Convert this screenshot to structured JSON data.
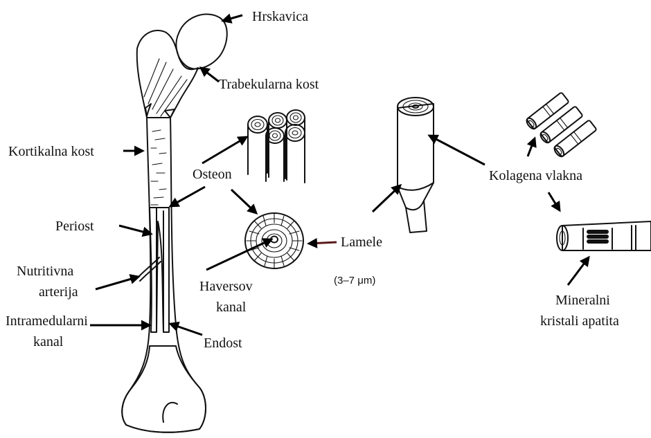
{
  "labels": {
    "hrskavica": "Hrskavica",
    "trabekularna": "Trabekularna kost",
    "kortikalna": "Kortikalna kost",
    "osteon": "Osteon",
    "periost": "Periost",
    "nutritivna_1": "Nutritivna",
    "nutritivna_2": "arterija",
    "intramedularni_1": "Intramedularni",
    "intramedularni_2": "kanal",
    "haversov_1": "Haversov",
    "haversov_2": "kanal",
    "endost": "Endost",
    "lamele": "Lamele",
    "lamele_size": "(3–7 μm)",
    "kolagena": "Kolagena vlakna",
    "mineralni_1": "Mineralni",
    "mineralni_2": "kristali apatita"
  },
  "colors": {
    "ink": "#111111",
    "background": "#ffffff"
  }
}
